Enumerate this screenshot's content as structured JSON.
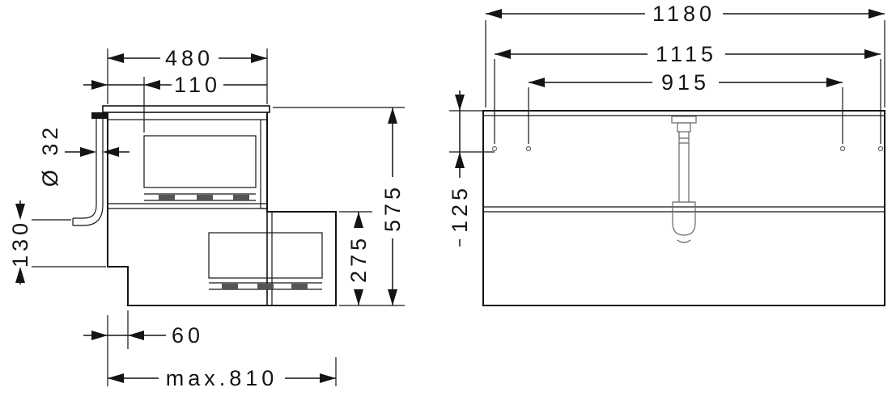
{
  "side_view": {
    "dim_width_top": "480",
    "dim_inset": "110",
    "dim_drain_diameter": "Ø 32",
    "dim_outlet_height": "130",
    "dim_total_height": "575",
    "dim_lower_height": "275",
    "dim_bottom_inset": "60",
    "dim_max_depth": "max.810"
  },
  "front_view": {
    "dim_total_width": "1180",
    "dim_mounting_width": "1115",
    "dim_inner_width": "915",
    "dim_top_height": "125"
  },
  "colors": {
    "line": "#141414",
    "detail": "#666666",
    "background": "#ffffff"
  }
}
